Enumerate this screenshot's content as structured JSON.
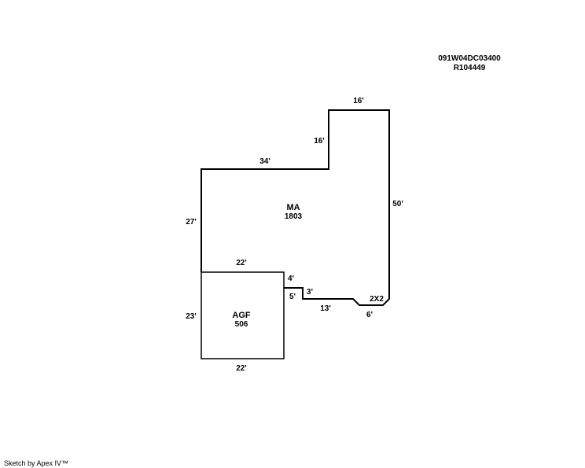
{
  "header": {
    "parcel_id": "091W04DC03400",
    "account_id": "R104449"
  },
  "areas": {
    "main": {
      "code": "MA",
      "sqft": "1803"
    },
    "garage": {
      "code": "AGF",
      "sqft": "506"
    }
  },
  "dimensions": {
    "ma_top": "16'",
    "ma_step_vertical": "16'",
    "ma_upper_left": "34'",
    "ma_right": "50'",
    "ma_left": "27'",
    "ma_bottom_notch_4": "4'",
    "ma_bottom_notch_3": "3'",
    "ma_bottom_notch_5": "5'",
    "ma_bottom_13": "13'",
    "ma_bottom_6": "6'",
    "ma_corner_2x2": "2X2",
    "agf_top": "22'",
    "agf_left": "23'",
    "agf_bottom": "22'"
  },
  "footer": {
    "credit": "Sketch by Apex IV™"
  }
}
